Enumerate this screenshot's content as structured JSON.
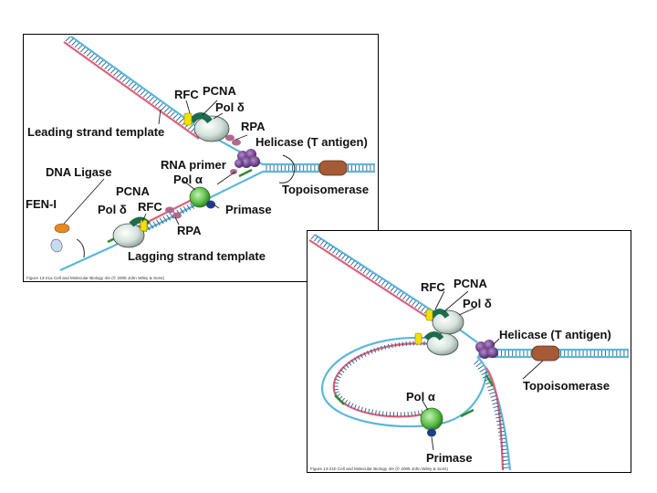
{
  "panel_a": {
    "labels": {
      "rfc": "RFC",
      "pcna": "PCNA",
      "pol_delta": "Pol δ",
      "rpa": "RPA",
      "leading_template": "Leading strand template",
      "helicase": "Helicase (T antigen)",
      "rna_primer": "RNA primer",
      "pol_alpha": "Pol α",
      "dna_ligase": "DNA Ligase",
      "topoisomerase": "Topoisomerase",
      "pcna_2": "PCNA",
      "fen1": "FEN-I",
      "pol_delta_2": "Pol δ",
      "rfc_2": "RFC",
      "primase": "Primase",
      "rpa_2": "RPA",
      "lagging_template": "Lagging strand template"
    },
    "caption": "Figure 13-21a  Cell and Molecular Biology 4/e (© 2005 John Wiley & Sons)"
  },
  "panel_b": {
    "labels": {
      "rfc": "RFC",
      "pcna": "PCNA",
      "pol_delta": "Pol δ",
      "helicase": "Helicase (T antigen)",
      "topoisomerase": "Topoisomerase",
      "pol_alpha": "Pol α",
      "primase": "Primase"
    },
    "caption": "Figure 13-21b  Cell and Molecular Biology 4/e (© 2005 John Wiley & Sons)"
  },
  "colors": {
    "template_strand": "#5bb8dc",
    "new_strand": "#e0607a",
    "rung": "#2a5f8a",
    "clamp_loader": "#f3e000",
    "pcna": "#1e6b4e",
    "polymerase": "#d4e2da",
    "helicase": "#6e3c8a",
    "topoisomerase": "#a65a36",
    "pol_alpha": "#5ec24a",
    "primase": "#223a8a",
    "rpa": "#b06a8e",
    "fen1": "#e88a1e",
    "ligase": "#c6dcef",
    "primer": "#2e8a2e"
  }
}
